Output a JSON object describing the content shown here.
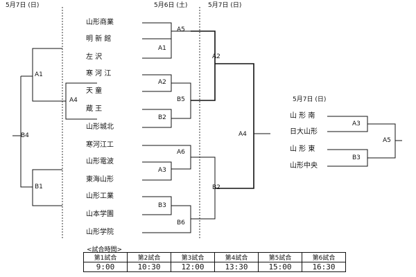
{
  "dates": {
    "left_round": "5月7日 (日)",
    "round1": "5月6日 (土)",
    "round2": "5月7日 (日)",
    "right_block": "5月7日 (日)"
  },
  "teams": [
    "山形商業",
    "明 新 館",
    "左 沢",
    "寒 河 江",
    "天 童",
    "蔵 王",
    "山形城北",
    "寒河江工",
    "山形電波",
    "東海山形",
    "山形工業",
    "山本学園",
    "山形学院"
  ],
  "right_teams": [
    "山 形 南",
    "日大山形",
    "山 形 東",
    "山形中央"
  ],
  "games": {
    "A5": "A5",
    "A1": "A1",
    "A2": "A2",
    "B2": "B2",
    "B5": "B5",
    "A6": "A6",
    "A3": "A3",
    "B3": "B3",
    "B6": "B6",
    "B2b": "B2",
    "A4c": "A4",
    "A1l": "A1",
    "A4l": "A4",
    "B4": "B4",
    "B1": "B1",
    "A3r": "A3",
    "B3r": "B3",
    "A5r": "A5"
  },
  "schedule": {
    "title": "<試合時間>",
    "headers": [
      "第1試合",
      "第2試合",
      "第3試合",
      "第4試合",
      "第5試合",
      "第6試合"
    ],
    "times": [
      "9:00",
      "10:30",
      "12:00",
      "13:30",
      "15:00",
      "16:30"
    ]
  }
}
